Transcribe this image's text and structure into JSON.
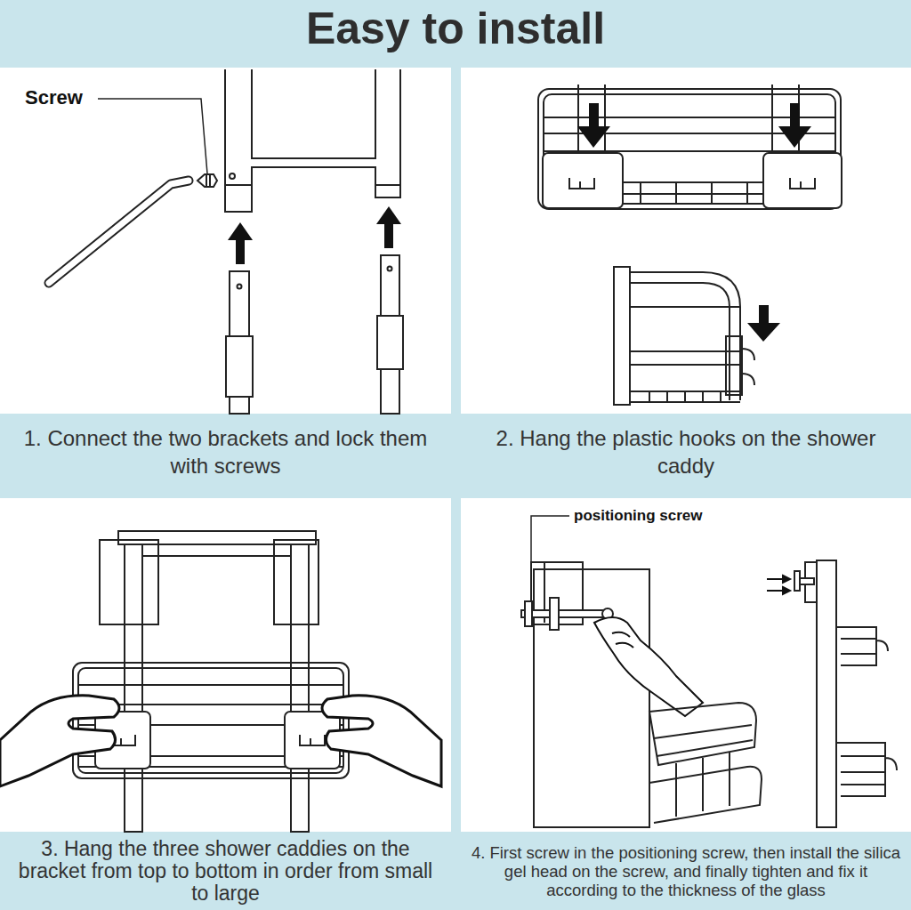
{
  "diagram": {
    "title": "Easy to install",
    "nodes": [
      {
        "text": [
          "1. Connect the two brackets and lock them with screws"
        ]
      },
      {
        "text": [
          "2. Hang the plastic hooks on the shower caddy"
        ]
      },
      {
        "text": [
          "3. Hang the three shower caddies on the bracket from top to bottom in order from small to large"
        ]
      },
      {
        "text": [
          "4. First screw in the positioning screw, then install the silica gel head on the screw, and finally tighten and fix it according to the thickness of the glass"
        ]
      }
    ],
    "labels": [
      "Screw",
      "positioning screw"
    ]
  }
}
